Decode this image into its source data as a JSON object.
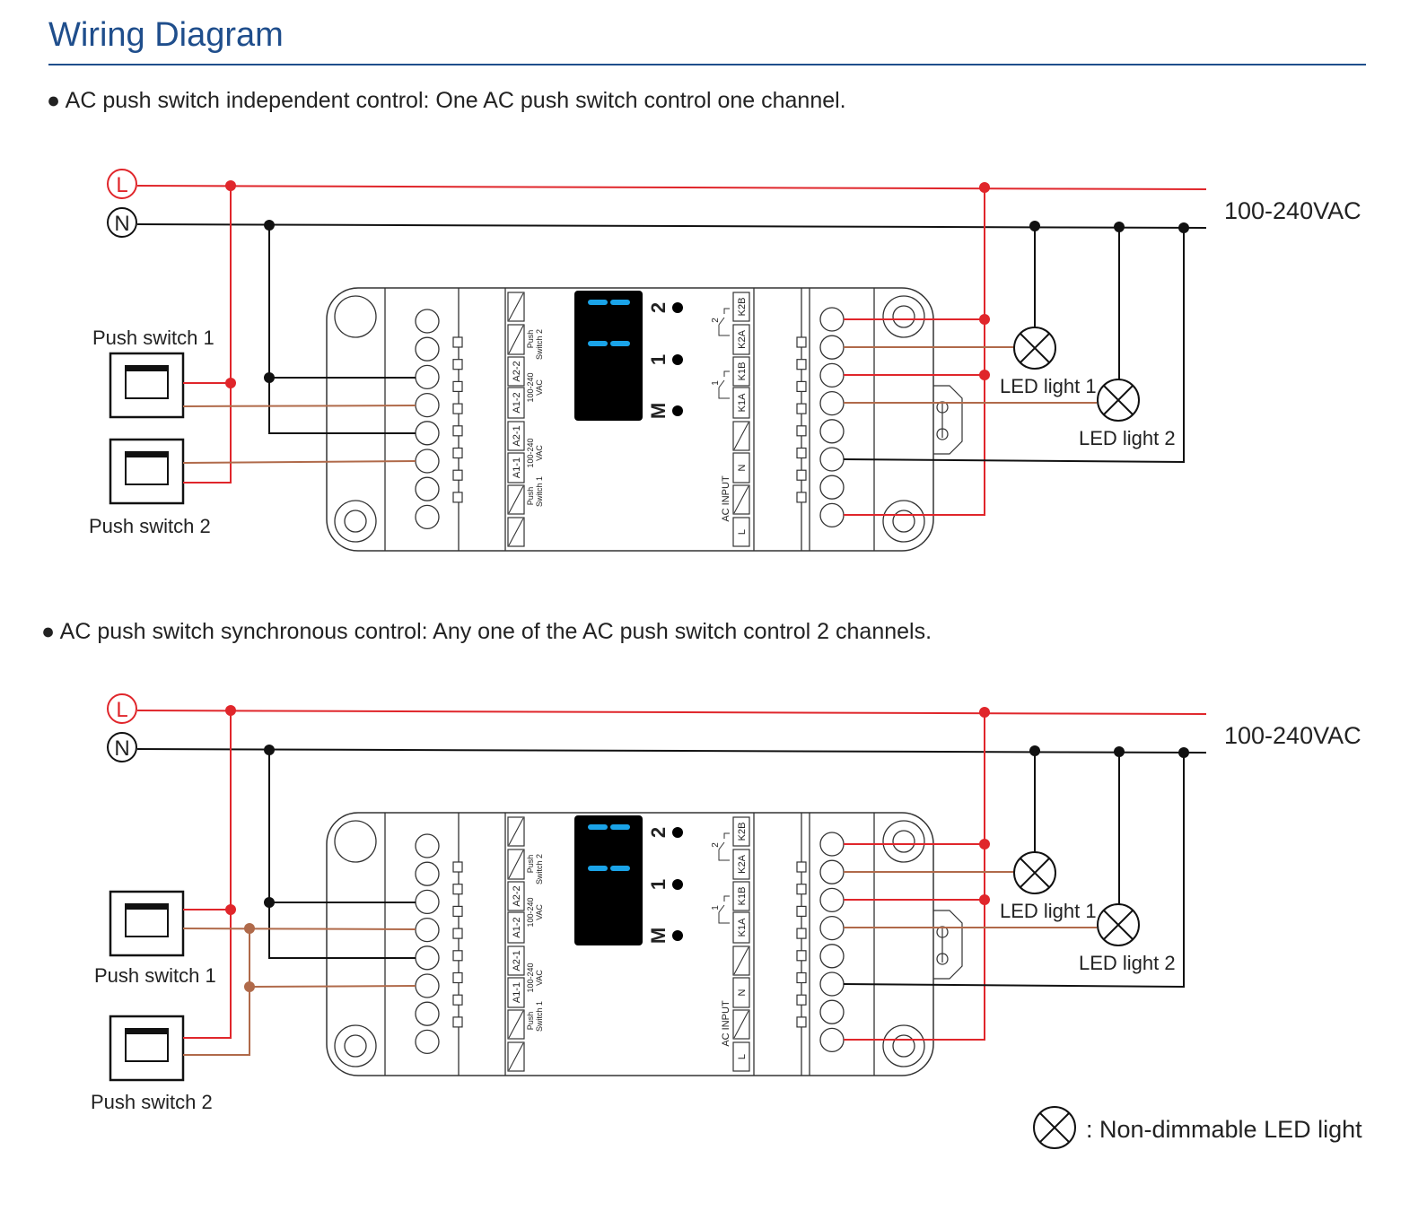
{
  "title": "Wiring Diagram",
  "colors": {
    "title": "#1f4e8c",
    "live": "#e0262b",
    "neutral": "#111111",
    "switched": "#b06a4a",
    "display_led": "#1aa3e8"
  },
  "sections": [
    {
      "bullet": "● AC push switch independent control: One AC push switch control one channel.",
      "supply_label": "100-240VAC",
      "live_label": "L",
      "neutral_label": "N",
      "switch_labels": [
        "Push switch 1",
        "Push switch 2"
      ],
      "light_labels": [
        "LED light 1",
        "LED light 2"
      ]
    },
    {
      "bullet": "● AC push switch synchronous control: Any one of the AC push switch control 2 channels.",
      "supply_label": "100-240VAC",
      "live_label": "L",
      "neutral_label": "N",
      "switch_labels": [
        "Push switch 1",
        "Push switch 2"
      ],
      "light_labels": [
        "LED light 1",
        "LED light 2"
      ]
    }
  ],
  "device": {
    "left_terminals": [
      "A2-2",
      "A1-2",
      "A2-1",
      "A1-1"
    ],
    "left_notes": [
      "Push",
      "Switch 2",
      "100-240",
      "VAC",
      "100-240",
      "VAC",
      "Push",
      "Switch 1"
    ],
    "indicators": [
      "2",
      "1",
      "M"
    ],
    "right_terminals": [
      "K2B",
      "K2A",
      "K1B",
      "K1A",
      "N",
      "L"
    ],
    "relay_labels": [
      "2",
      "1"
    ],
    "ac_input_label": "AC INPUT"
  },
  "legend": {
    "icon": "crossed-circle-lamp-icon",
    "label": ": Non-dimmable LED light"
  }
}
